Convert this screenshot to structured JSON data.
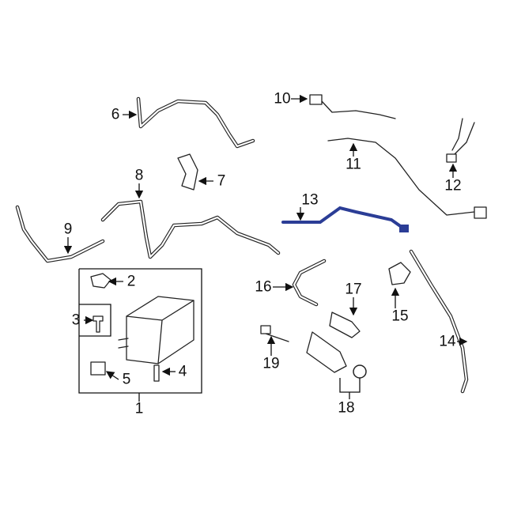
{
  "diagram": {
    "callouts": [
      "1",
      "2",
      "3",
      "4",
      "5",
      "6",
      "7",
      "8",
      "9",
      "10",
      "11",
      "12",
      "13",
      "14",
      "15",
      "16",
      "17",
      "18",
      "19"
    ],
    "highlight_color": "#2b3d96",
    "highlighted_part": "13"
  }
}
